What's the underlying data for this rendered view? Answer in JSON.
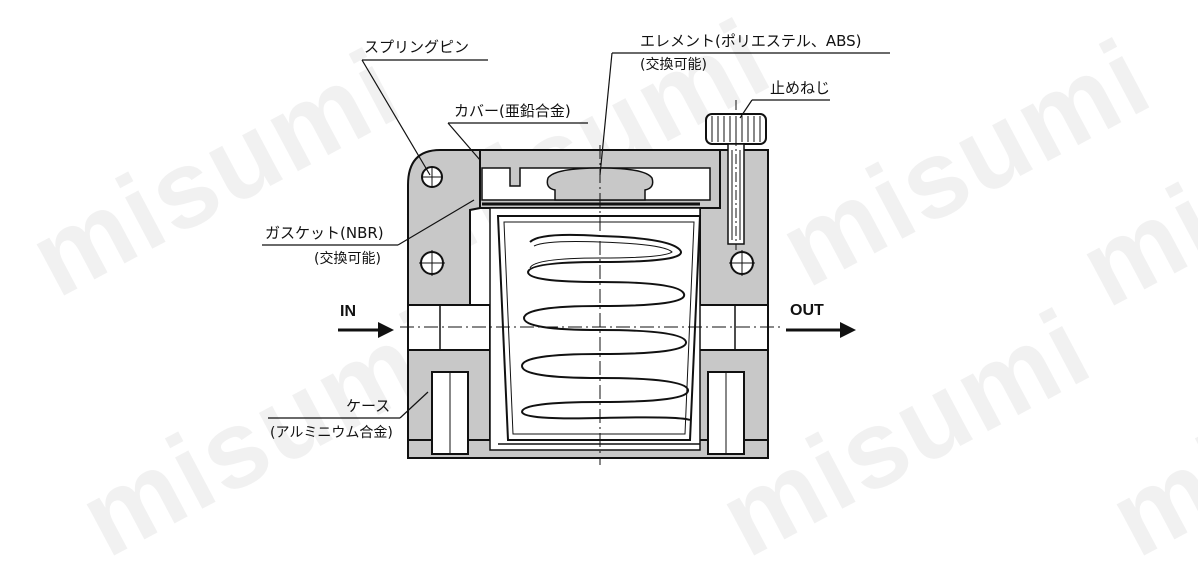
{
  "labels": {
    "spring_pin": "スプリングピン",
    "element": "エレメント(ポリエステル、ABS)",
    "element_sub": "(交換可能)",
    "set_screw": "止めねじ",
    "cover": "カバー(亜鉛合金)",
    "gasket": "ガスケット(NBR)",
    "gasket_sub": "(交換可能)",
    "inlet": "IN",
    "outlet": "OUT",
    "case": "ケース",
    "case_sub": "(アルミニウム合金)"
  },
  "watermark": "misumi",
  "colors": {
    "body_fill": "#c8c8c8",
    "line": "#111111",
    "background": "#ffffff"
  }
}
